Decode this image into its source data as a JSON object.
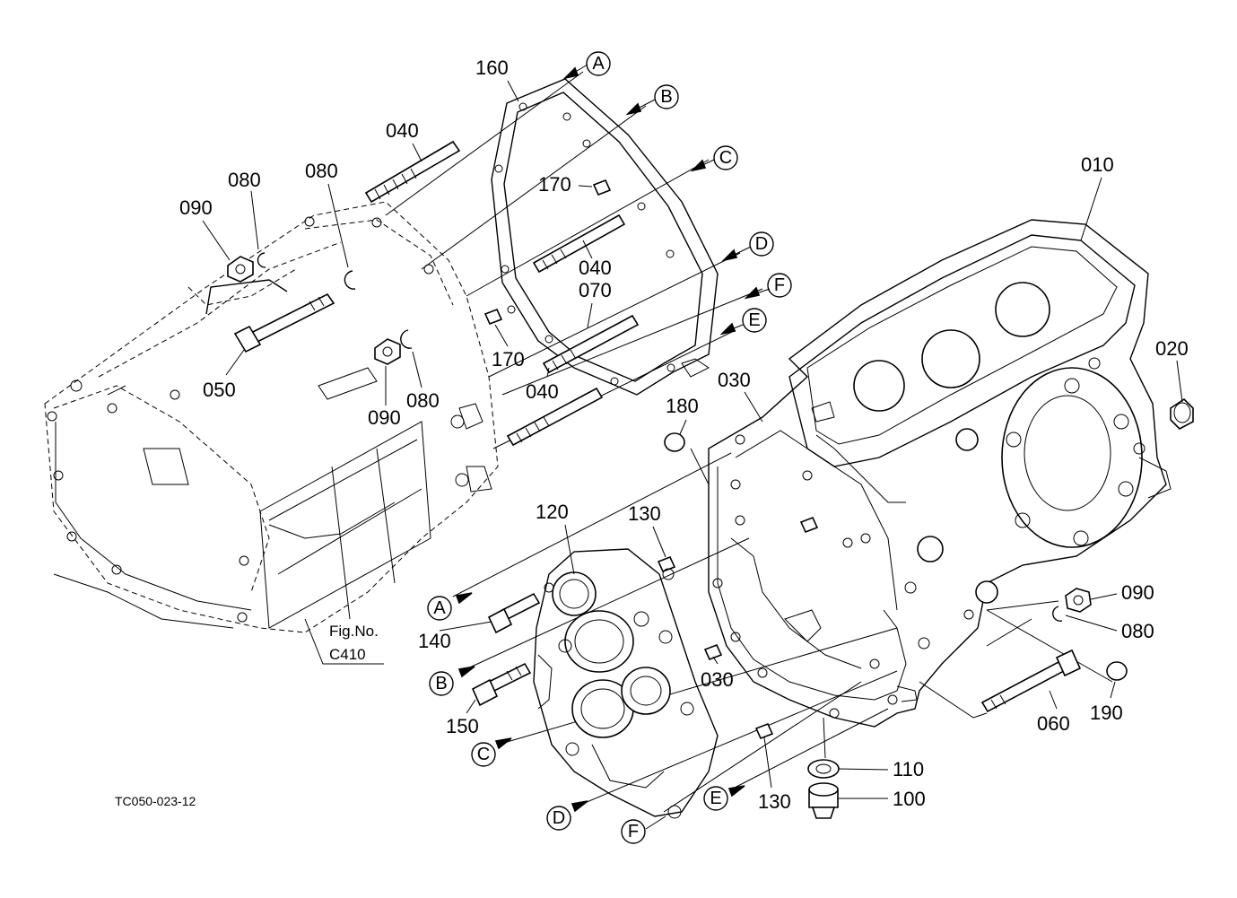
{
  "diagram": {
    "part_labels": {
      "p160": "160",
      "p040a": "040",
      "p080a": "080",
      "p080b": "080",
      "p090a": "090",
      "p170a": "170",
      "p040b": "040",
      "p070": "070",
      "p170b": "170",
      "p050": "050",
      "p090b": "090",
      "p080c": "080",
      "p040c": "040",
      "p180": "180",
      "p030a": "030",
      "p010": "010",
      "p020": "020",
      "p120": "120",
      "p130a": "130",
      "p140": "140",
      "p150": "150",
      "p030b": "030",
      "p130b": "130",
      "p110": "110",
      "p100": "100",
      "p090c": "090",
      "p080d": "080",
      "p060": "060",
      "p190": "190"
    },
    "callouts": {
      "A": "A",
      "B": "B",
      "C": "C",
      "D": "D",
      "E": "E",
      "F": "F"
    },
    "fig_ref": {
      "line1": "Fig.No.",
      "line2": "C410"
    },
    "drawing_code": "TC050-023-12"
  }
}
